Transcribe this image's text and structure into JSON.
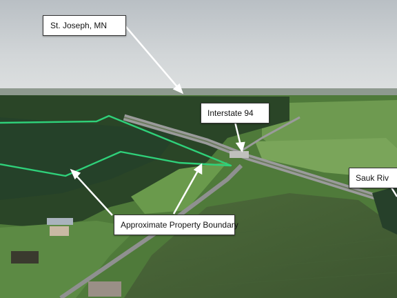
{
  "callouts": {
    "st_joseph": "St. Joseph, MN",
    "interstate": "Interstate 94",
    "property": "Approximate Property Boundary",
    "sauk": "Sauk Riv"
  },
  "colors": {
    "sky": "#c9ced3",
    "forest": "#2d4a2a",
    "field": "#5e8a44",
    "boundary": "#2fd17a",
    "road": "#8f9090"
  }
}
